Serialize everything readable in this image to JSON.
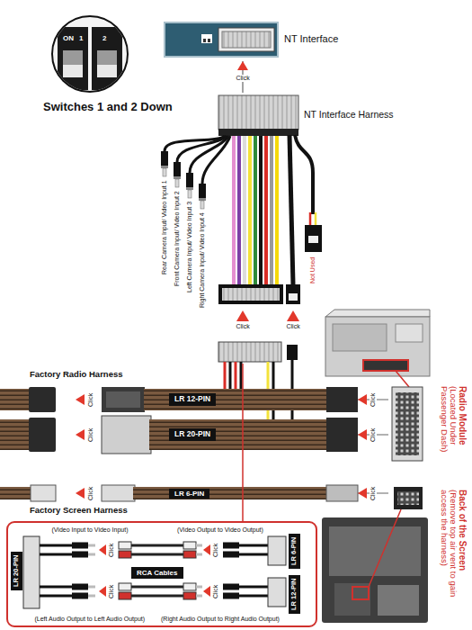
{
  "diagram": {
    "nodes": [
      {
        "text": [
          "ON",
          "1",
          "2",
          "Switches 1 and 2 Down"
        ]
      },
      {
        "text": [
          "NT Interface"
        ]
      },
      {
        "text": [
          "NT Interface Harness"
        ]
      },
      {
        "text": [
          "LR 12-PIN"
        ]
      },
      {
        "text": [
          "LR 20-PIN"
        ]
      },
      {
        "text": [
          "LR 6-PIN"
        ]
      },
      {
        "text": [
          "Radio Module",
          "(Located Under Passenger Dash)"
        ]
      },
      {
        "text": [
          "Back of the Screen",
          "(Remove top air vent to gain access the harness)"
        ]
      },
      {
        "text": [
          "RCA Cables"
        ]
      }
    ],
    "edges": [
      {
        "from": 2,
        "to": 1,
        "arrow": "to",
        "label": "Click"
      },
      {
        "from": 6,
        "to": 3,
        "arrow": "to",
        "label": "Click"
      },
      {
        "from": 6,
        "to": 4,
        "arrow": "to",
        "label": "Click"
      },
      {
        "from": 7,
        "to": 5,
        "arrow": "to",
        "label": "Click"
      }
    ],
    "labels": [
      "Click",
      "Click",
      "Rear Camera Input/ Video Input 1",
      "Front Camera Input/ Video Input 2",
      "Left Camera Input/ Video Input 3",
      "Right Camera Input/ Video Input 4",
      "Not Used",
      "Factory Radio Harness",
      "Click",
      "Click",
      "Click",
      "Factory Screen Harness",
      "LR 20-PIN",
      "(Video Input to Video Input)",
      "(Video Output to Video Output)",
      "LR 6-PIN",
      "Click",
      "Click",
      "Click",
      "Click",
      "LR 12-PIN",
      "(Left Audio Output to Left Audio Output)",
      "(Right Audio Output to Right Audio Output)"
    ]
  }
}
